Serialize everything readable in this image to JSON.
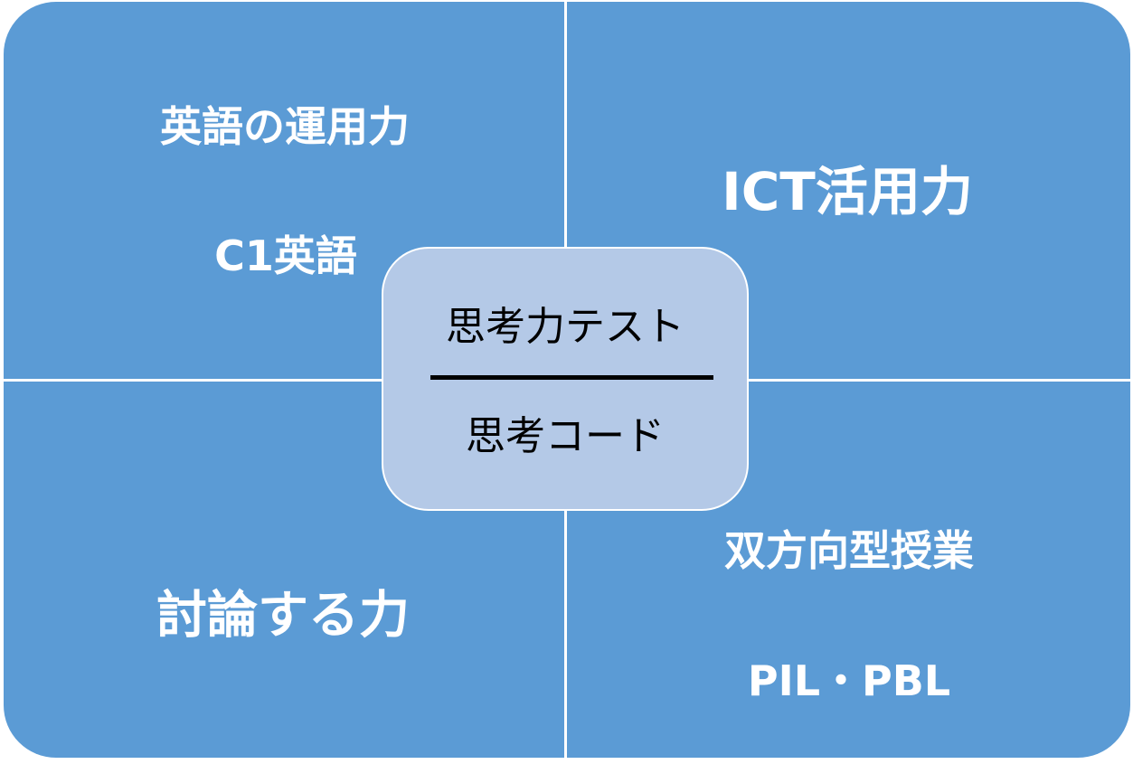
{
  "quadrants": {
    "top_left": {
      "line1": "英語の運用力",
      "line2": "C1英語"
    },
    "top_right": {
      "line1": "ICT活用力"
    },
    "bottom_left": {
      "line1": "討論する力"
    },
    "bottom_right": {
      "line1": "双方向型授業",
      "line2": "PIL・PBL"
    }
  },
  "center": {
    "top": "思考力テスト",
    "bottom": "思考コード"
  },
  "colors": {
    "quadrant": "#5b9bd5",
    "center": "#b4c9e7"
  }
}
